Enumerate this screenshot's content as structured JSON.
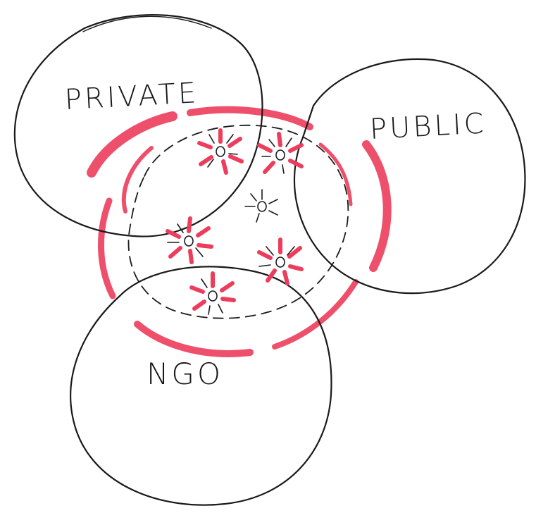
{
  "labels": {
    "private": "PRIVATE",
    "public": "PUBLIC",
    "ngo": "NGO"
  },
  "colors": {
    "ink": "#1a1a1a",
    "accent_red": "#ec3d5c",
    "background": "#ffffff"
  },
  "hub_nodes": [
    {
      "id": "node-1"
    },
    {
      "id": "node-2"
    },
    {
      "id": "node-3"
    },
    {
      "id": "node-4"
    },
    {
      "id": "node-5"
    },
    {
      "id": "node-6"
    }
  ]
}
